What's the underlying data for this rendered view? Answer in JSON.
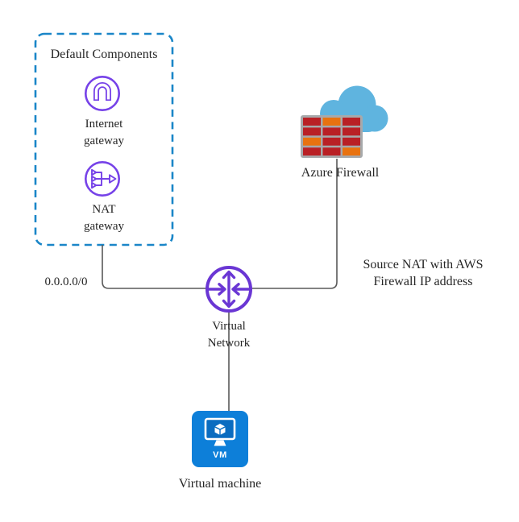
{
  "colors": {
    "dashed_border": "#1a86c8",
    "purple_gateway": "#7642e8",
    "purple_network": "#6a36d4",
    "line": "#595959",
    "text": "#262626",
    "cloud_blue": "#5fb4df",
    "wall_gray": "#a7a9ab",
    "brick_red": "#b92025",
    "brick_orange": "#e8720f",
    "vm_blue": "#0d7fd9",
    "vm_screen": "#0a6cc0"
  },
  "default_components": {
    "title": "Default Components",
    "items": [
      {
        "id": "internet-gateway",
        "label_lines": [
          "Internet",
          "gateway"
        ]
      },
      {
        "id": "nat-gateway",
        "label_lines": [
          "NAT",
          "gateway"
        ]
      }
    ]
  },
  "firewall": {
    "label": "Azure Firewall"
  },
  "virtual_network": {
    "label_lines": [
      "Virtual",
      "Network"
    ]
  },
  "virtual_machine": {
    "label": "Virtual machine",
    "badge": "VM"
  },
  "annotations": {
    "route": "0.0.0.0/0",
    "snat_lines": [
      "Source NAT with AWS",
      "Firewall IP address"
    ]
  }
}
